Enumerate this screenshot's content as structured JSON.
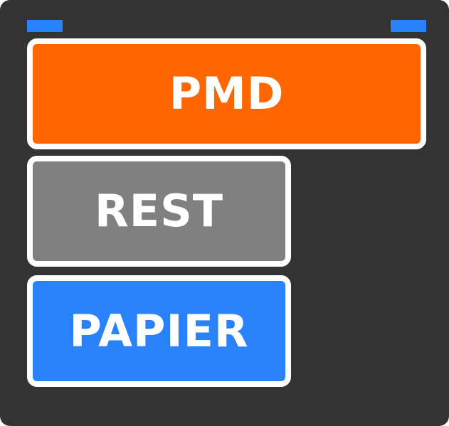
{
  "bins": {
    "pmd": {
      "label": "PMD",
      "color": "#ff6600"
    },
    "rest": {
      "label": "REST",
      "color": "#808080"
    },
    "papier": {
      "label": "PAPIER",
      "color": "#2a82fa"
    }
  },
  "colors": {
    "background": "#333333",
    "border": "#ffffff",
    "indicator": "#2a82fa"
  }
}
